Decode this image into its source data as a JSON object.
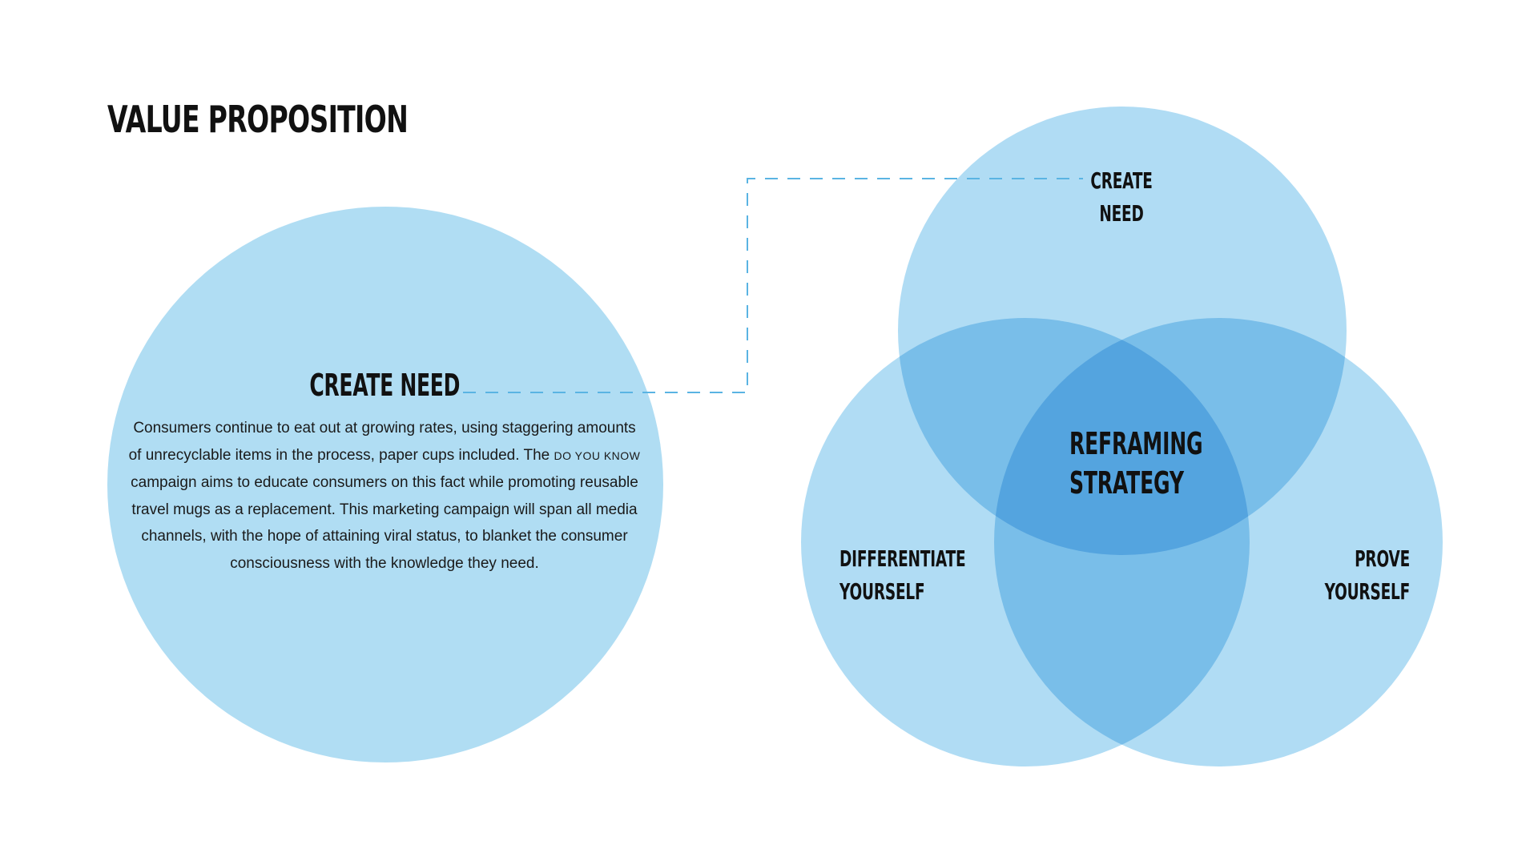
{
  "page": {
    "title": "VALUE PROPOSITION"
  },
  "detail": {
    "title": "CREATE NEED",
    "body_before": "Consumers continue to eat out at growing rates, using staggering amounts of unrecyclable items in the process, paper cups included. The ",
    "campaign_name": "DO YOU KNOW",
    "body_after": " campaign aims to educate consumers on this fact while promoting reusable travel mugs as a replacement. This marketing campaign will span all media channels, with the hope of attaining viral status, to blanket the consumer consciousness with the knowledge they need."
  },
  "venn": {
    "center": {
      "line1": "REFRAMING",
      "line2": "STRATEGY"
    },
    "top": {
      "line1": "CREATE",
      "line2": "NEED"
    },
    "left": {
      "line1": "DIFFERENTIATE",
      "line2": "YOURSELF"
    },
    "right": {
      "line1": "PROVE",
      "line2": "YOURSELF"
    }
  },
  "colors": {
    "circle_fill": "#a9d9f3",
    "overlap_fill": "#8ccdee",
    "center_fill": "#76c0ea",
    "connector": "#5ab4e3",
    "text": "#111111"
  }
}
